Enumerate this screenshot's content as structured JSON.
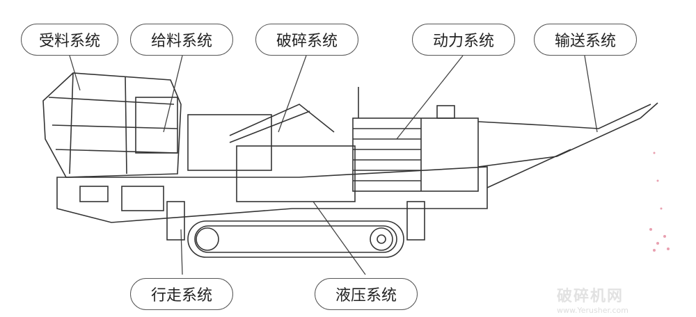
{
  "labels": {
    "receiving": "受料系统",
    "feeding": "给料系统",
    "crushing": "破碎系统",
    "power": "动力系统",
    "conveying": "输送系统",
    "traveling": "行走系统",
    "hydraulic": "液压系统"
  },
  "watermark": {
    "title": "破碎机网",
    "url": "www.Yerusher.com"
  }
}
